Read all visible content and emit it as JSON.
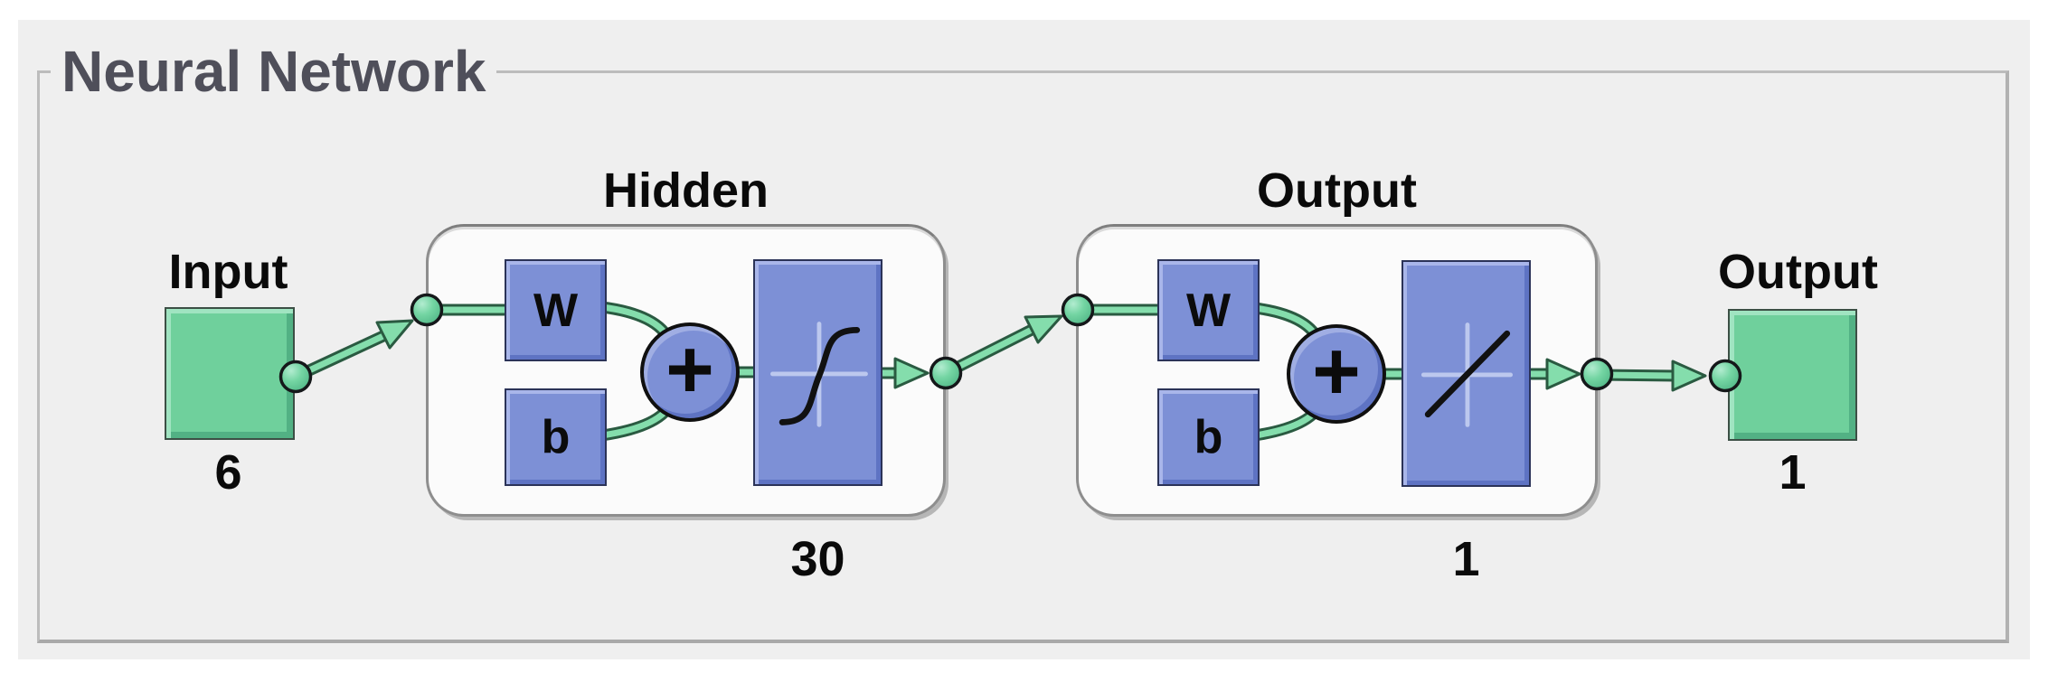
{
  "panel": {
    "title": "Neural Network"
  },
  "network": {
    "input": {
      "label": "Input",
      "size": "6"
    },
    "layers": [
      {
        "label": "Hidden",
        "weight_label": "W",
        "bias_label": "b",
        "sum_symbol": "+",
        "transfer_icon": "sigmoid-transfer-icon",
        "size": "30"
      },
      {
        "label": "Output",
        "weight_label": "W",
        "bias_label": "b",
        "sum_symbol": "+",
        "transfer_icon": "linear-transfer-icon",
        "size": "1"
      }
    ],
    "output": {
      "label": "Output",
      "size": "1"
    }
  },
  "colors": {
    "panel_bg": "#efefef",
    "title": "#4f4f5a",
    "label": "#0a0a0a",
    "green_face": "#6fd09c",
    "green_hi": "#a0e4c1",
    "green_shadow": "#52b184",
    "green_border": "#3c4f45",
    "blue_face": "#7d90d6",
    "blue_hi": "#a9b6ea",
    "blue_shadow": "#5e73c3",
    "blue_border": "#2b3358",
    "tube_fill": "#84ddac",
    "tube_edge": "#2a5a41",
    "node_edge": "#15181a",
    "box_bg": "#fbfbfb",
    "box_border": "#8e8e8e",
    "groupbox_border": "#bcbcbc",
    "curve_black": "#111111",
    "axis_blue": "#bcc8ee"
  }
}
